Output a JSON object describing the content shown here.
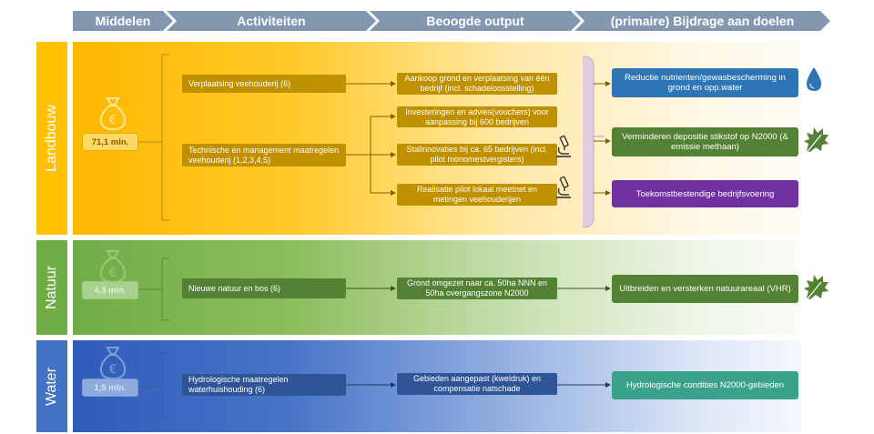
{
  "header": {
    "columns": [
      "Middelen",
      "Activiteiten",
      "Beoogde output",
      "(primaire) Bijdrage aan doelen"
    ],
    "color": "#8497b0"
  },
  "rows": {
    "landbouw": {
      "label": "Landbouw",
      "color": "#ffc000",
      "amount": "71,1 mln.",
      "activities": [
        "Verplaatsing veehouderij (6)",
        "Technische en management maatregelen veehouderij (1,2,3,4,5)"
      ],
      "outputs": [
        "Aankoop grond en verplaatsing van één bedrijf (incl. schadeloosstelling)",
        "Investeringen en advies(vouchers) voor aanpassing bij 600 bedrijven",
        "Stalinnovaties bij ca. 65 bedrijven (incl. pilot monomestvergisters)",
        "Realisatie pilot lokaal meetnet en metingen veehouderijen"
      ]
    },
    "natuur": {
      "label": "Natuur",
      "color": "#70ad47",
      "amount": "4,3 mln.",
      "activities": [
        "Nieuwe natuur en bos (6)"
      ],
      "outputs": [
        "Grond omgezet naar ca. 50ha NNN en 50ha overgangszone N2000"
      ]
    },
    "water": {
      "label": "Water",
      "color": "#4472c4",
      "amount": "1,5 mln.",
      "activities": [
        "Hydrologische maatregelen waterhuishouding (6)"
      ],
      "outputs": [
        "Gebieden aangepast (kweldruk) en compensatie natschade"
      ]
    }
  },
  "goals": [
    {
      "label": "Reductie nutrienten/gewasbescherming in grond en opp.water",
      "color": "#2e75b6",
      "icon": "water-drop-icon"
    },
    {
      "label": "Verminderen depositie stikstof op N2000 (& emissie methaan)",
      "color": "#548235",
      "icon": "leaf-icon"
    },
    {
      "label": "Toekomstbestendige bedrijfsvoering",
      "color": "#7030a0",
      "icon": ""
    },
    {
      "label": "Uitbreiden en versterken natuurareaal (VHR)",
      "color": "#548235",
      "icon": "leaf-icon"
    },
    {
      "label": "Hydrologische condities N2000-gebieden",
      "color": "#3aa18a",
      "icon": ""
    }
  ]
}
